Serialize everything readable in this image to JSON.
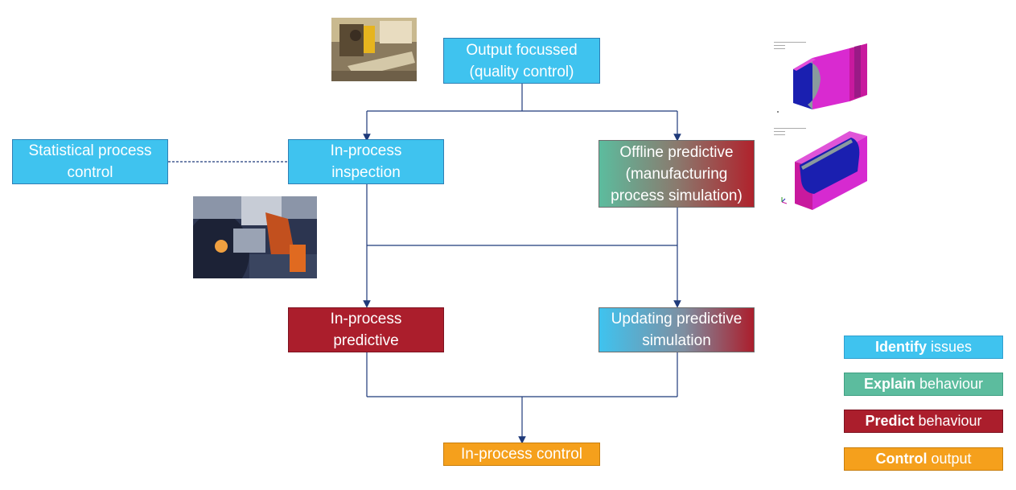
{
  "nodes": {
    "output_focussed": "Output focussed\n(quality control)",
    "statistical_process_control": "Statistical process\ncontrol",
    "in_process_inspection": "In-process\ninspection",
    "offline_predictive": "Offline predictive\n(manufacturing\nprocess simulation)",
    "in_process_predictive": "In-process\npredictive",
    "updating_predictive_simulation": "Updating predictive\nsimulation",
    "in_process_control": "In-process control"
  },
  "legend": [
    {
      "bold": "Identify",
      "rest": "issues",
      "color": "#3fc3ef"
    },
    {
      "bold": "Explain",
      "rest": "behaviour",
      "color": "#5cbc9e"
    },
    {
      "bold": "Predict",
      "rest": "behaviour",
      "color": "#ab1e2c"
    },
    {
      "bold": "Control",
      "rest": "output",
      "color": "#f5a01c"
    }
  ],
  "images": {
    "top_photo": "manufacturing-workshop-photo",
    "robot_photo": "robotic-inspection-photo",
    "simulation_top": "part-simulation-render",
    "simulation_bottom": "part-simulation-render"
  }
}
